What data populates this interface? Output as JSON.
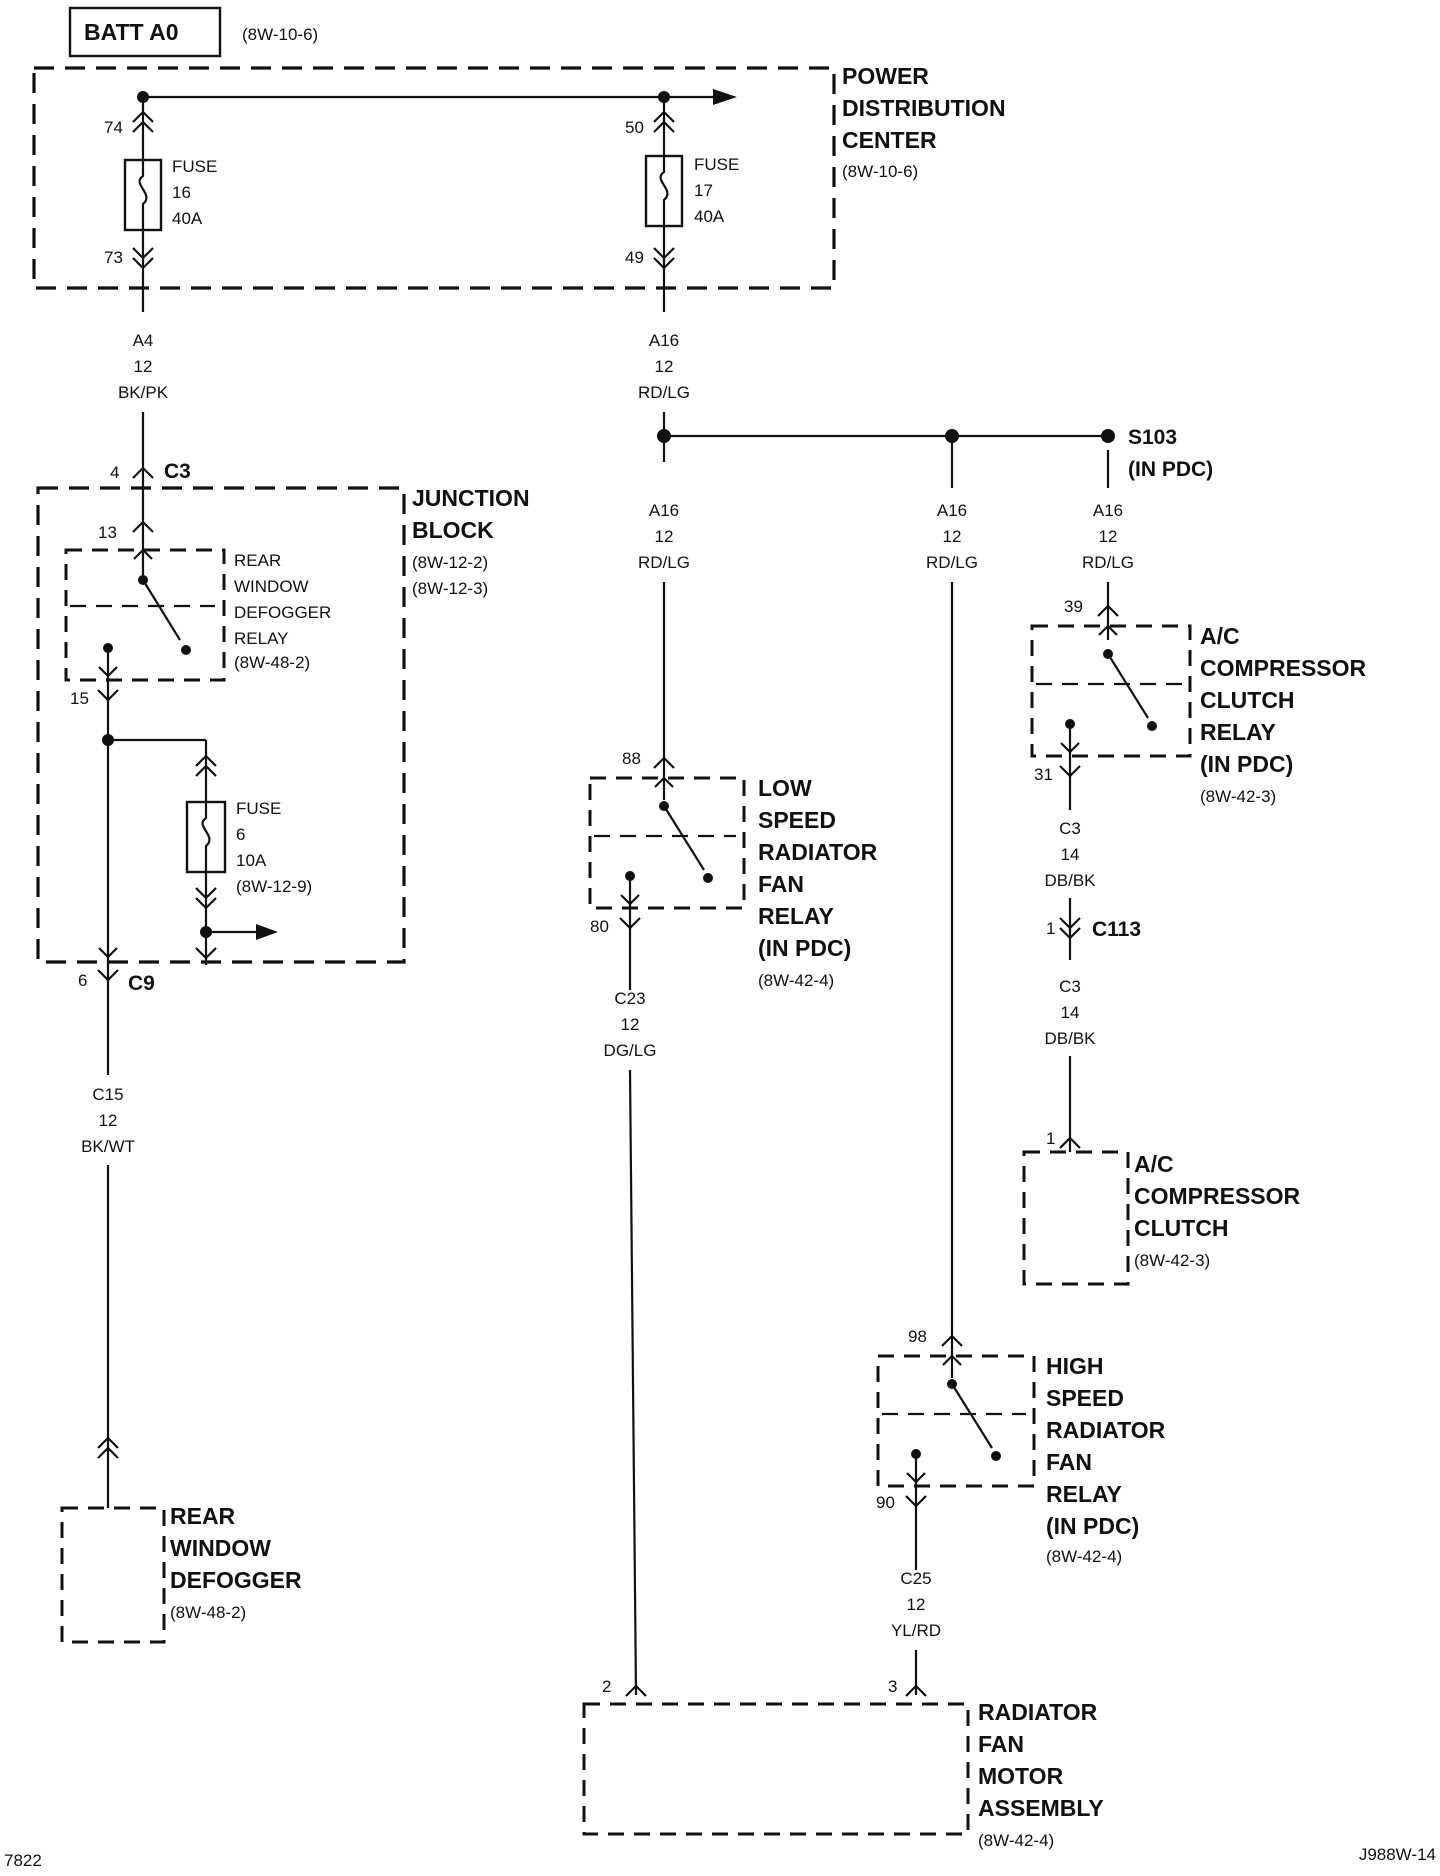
{
  "source": {
    "box_label": "BATT A0",
    "ref": "(8W-10-6)"
  },
  "pdc": {
    "lines": [
      "POWER",
      "DISTRIBUTION",
      "CENTER"
    ],
    "ref": "(8W-10-6)"
  },
  "fuse16": {
    "lines": [
      "FUSE",
      "16",
      "40A"
    ],
    "pin_top": "74",
    "pin_bottom": "73"
  },
  "fuse17": {
    "lines": [
      "FUSE",
      "17",
      "40A"
    ],
    "pin_top": "50",
    "pin_bottom": "49"
  },
  "wire_a4": [
    "A4",
    "12",
    "BK/PK"
  ],
  "wire_a16_main": [
    "A16",
    "12",
    "RD/LG"
  ],
  "wire_a16_low": [
    "A16",
    "12",
    "RD/LG"
  ],
  "wire_a16_high": [
    "A16",
    "12",
    "RD/LG"
  ],
  "wire_a16_ac": [
    "A16",
    "12",
    "RD/LG"
  ],
  "splice": {
    "name": "S103",
    "location": "(IN PDC)"
  },
  "conn_c3": {
    "pin": "4",
    "name": "C3"
  },
  "junction_block": {
    "lines": [
      "JUNCTION",
      "BLOCK"
    ],
    "refs": [
      "(8W-12-2)",
      "(8W-12-3)"
    ]
  },
  "defogger_relay": {
    "lines": [
      "REAR",
      "WINDOW",
      "DEFOGGER",
      "RELAY"
    ],
    "ref": "(8W-48-2)",
    "pin_in": "13",
    "pin_out": "15"
  },
  "fuse6": {
    "lines": [
      "FUSE",
      "6",
      "10A"
    ],
    "ref": "(8W-12-9)"
  },
  "conn_c9": {
    "pin": "6",
    "name": "C9"
  },
  "wire_c15": [
    "C15",
    "12",
    "BK/WT"
  ],
  "rear_defogger": {
    "lines": [
      "REAR",
      "WINDOW",
      "DEFOGGER"
    ],
    "ref": "(8W-48-2)"
  },
  "low_speed_relay": {
    "lines": [
      "LOW",
      "SPEED",
      "RADIATOR",
      "FAN",
      "RELAY",
      "(IN PDC)"
    ],
    "ref": "(8W-42-4)",
    "pin_in": "88",
    "pin_out": "80"
  },
  "wire_c23": [
    "C23",
    "12",
    "DG/LG"
  ],
  "ac_relay": {
    "lines": [
      "A/C",
      "COMPRESSOR",
      "CLUTCH",
      "RELAY",
      "(IN PDC)"
    ],
    "ref": "(8W-42-3)",
    "pin_in": "39",
    "pin_out": "31"
  },
  "wire_c3_upper": [
    "C3",
    "14",
    "DB/BK"
  ],
  "conn_c113": {
    "pin": "1",
    "name": "C113"
  },
  "wire_c3_lower": [
    "C3",
    "14",
    "DB/BK"
  ],
  "ac_clutch": {
    "lines": [
      "A/C",
      "COMPRESSOR",
      "CLUTCH"
    ],
    "ref": "(8W-42-3)",
    "pin": "1"
  },
  "high_speed_relay": {
    "lines": [
      "HIGH",
      "SPEED",
      "RADIATOR",
      "FAN",
      "RELAY",
      "(IN PDC)"
    ],
    "ref": "(8W-42-4)",
    "pin_in": "98",
    "pin_out": "90"
  },
  "wire_c25": [
    "C25",
    "12",
    "YL/RD"
  ],
  "fan_motor": {
    "lines": [
      "RADIATOR",
      "FAN",
      "MOTOR",
      "ASSEMBLY"
    ],
    "ref": "(8W-42-4)",
    "pin_left": "2",
    "pin_right": "3"
  },
  "footer": {
    "left_id": "7822",
    "right_id": "J988W-14"
  }
}
